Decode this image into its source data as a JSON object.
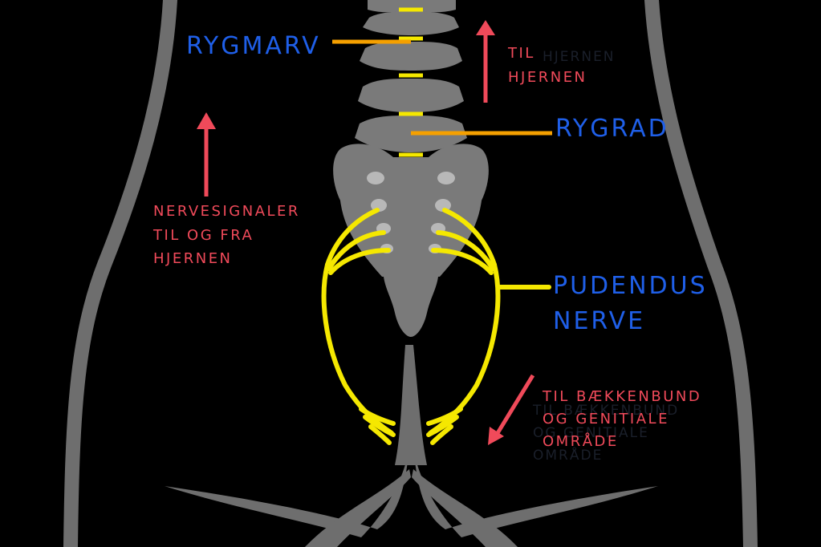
{
  "labels": {
    "spinal_cord": "RYGMARV",
    "spine": "RYGRAD",
    "pudendus_line1": "PUDENDUS",
    "pudendus_line2": "NERVE",
    "to_brain_line1": "TIL",
    "to_brain_line2": "HJERNEN",
    "signals_line1": "NERVESIGNALER",
    "signals_line2": "TIL OG FRA",
    "signals_line3": "HJERNEN",
    "pelvic_line1": "TIL BÆKKENBUND",
    "pelvic_line2": "OG GENITIALE",
    "pelvic_line3": "OMRÅDE"
  },
  "colors": {
    "background": "#000000",
    "bone": "#7a7a7a",
    "bone_hole": "#b8b8b8",
    "body_outline": "#6e6e6e",
    "nerve_yellow": "#f5e800",
    "pointer_orange": "#f5a000",
    "label_blue": "#1f5fe8",
    "arrow_red": "#f04a5a"
  }
}
